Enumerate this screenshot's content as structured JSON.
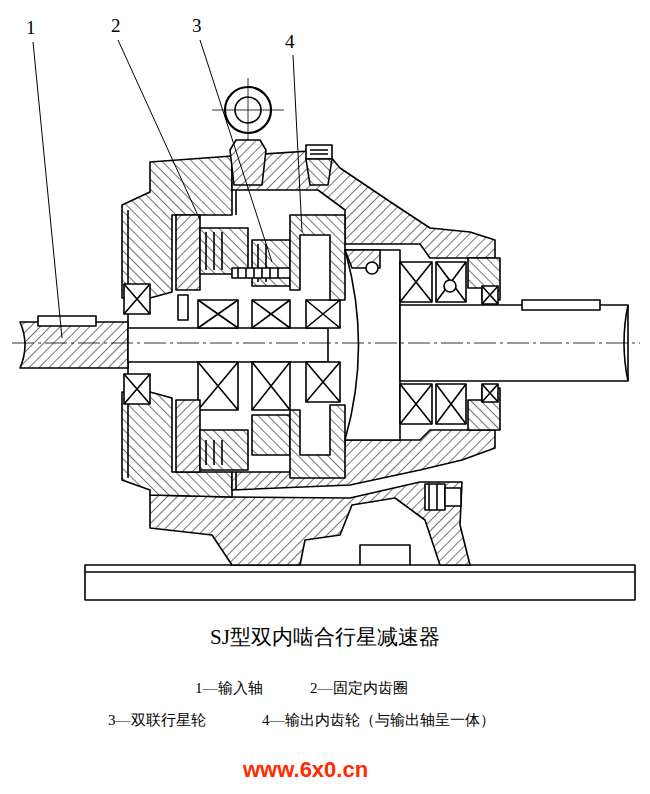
{
  "diagram": {
    "caption": "SJ型双内啮合行星减速器",
    "labels": [
      "1",
      "2",
      "3",
      "4",
      "1—输入轴",
      "2—固定内齿圈",
      "3—双联行星轮",
      "4—输出内齿轮（与输出轴呈一体）",
      "www.6x0.cn"
    ]
  }
}
